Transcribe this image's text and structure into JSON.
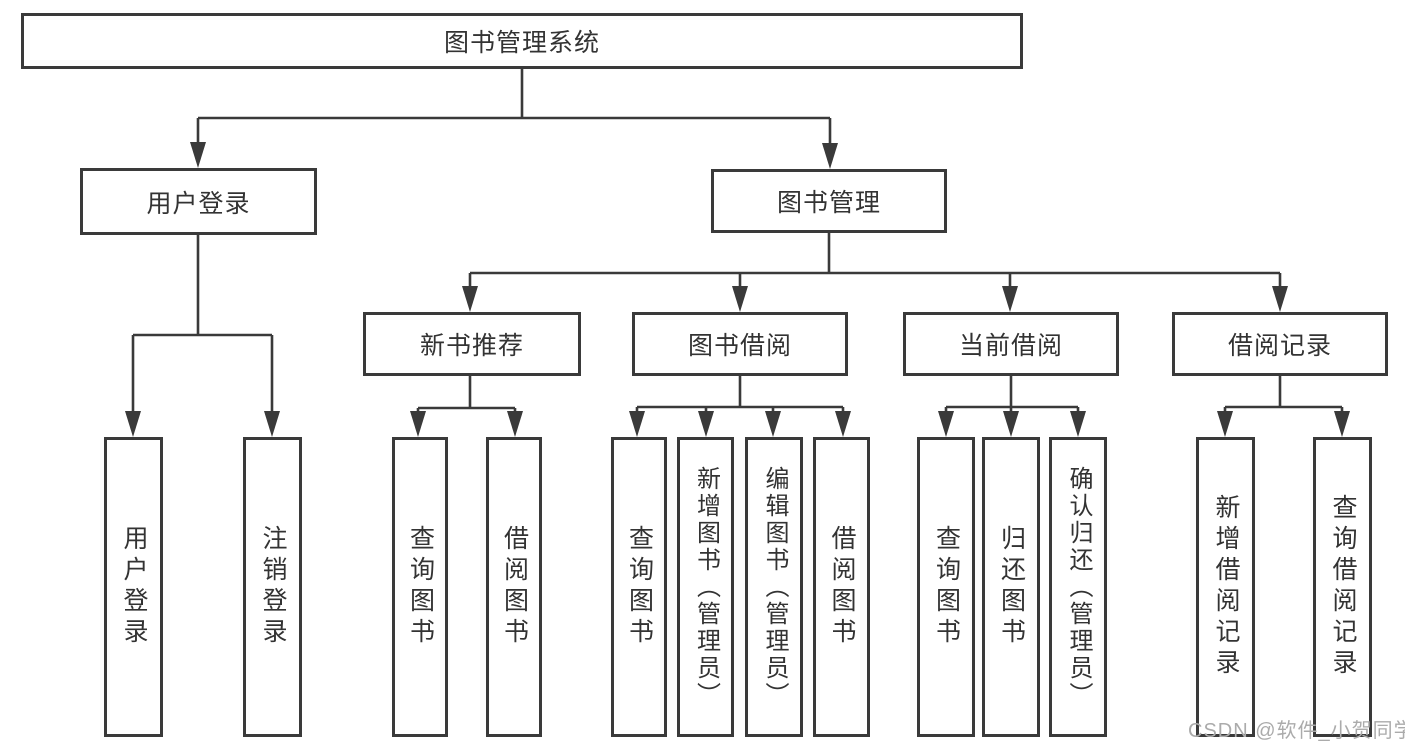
{
  "diagram": {
    "root": {
      "label": "图书管理系统"
    },
    "level2": [
      {
        "label": "用户登录"
      },
      {
        "label": "图书管理"
      }
    ],
    "level3": [
      {
        "label": "新书推荐"
      },
      {
        "label": "图书借阅"
      },
      {
        "label": "当前借阅"
      },
      {
        "label": "借阅记录"
      }
    ],
    "leaves": [
      {
        "label": "用户登录"
      },
      {
        "label": "注销登录"
      },
      {
        "label": "查询图书"
      },
      {
        "label": "借阅图书"
      },
      {
        "label": "查询图书"
      },
      {
        "label": "新增图书（管理员）"
      },
      {
        "label": "编辑图书（管理员）"
      },
      {
        "label": "借阅图书"
      },
      {
        "label": "查询图书"
      },
      {
        "label": "归还图书"
      },
      {
        "label": "确认归还（管理员）"
      },
      {
        "label": "新增借阅记录"
      },
      {
        "label": "查询借阅记录"
      }
    ]
  },
  "watermark": {
    "text": "CSDN @软件_小贺同学"
  },
  "colors": {
    "line": "#3a3a3a",
    "text": "#333333",
    "watermark": "#ababab",
    "background": "#ffffff"
  }
}
